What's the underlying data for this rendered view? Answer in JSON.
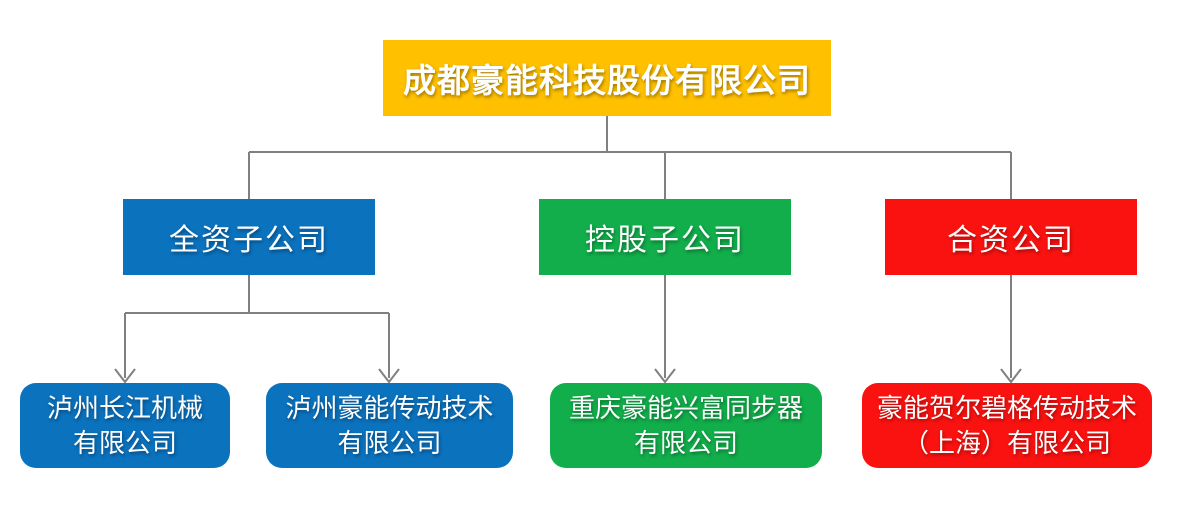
{
  "org_chart": {
    "root": {
      "label": "成都豪能科技股份有限公司",
      "color": "#FFC000"
    },
    "branches": [
      {
        "id": "wholly-owned-subsidiaries",
        "label": "全资子公司",
        "color": "#0B72BE",
        "children": [
          {
            "line1": "泸州长江机械",
            "line2": "有限公司"
          },
          {
            "line1": "泸州豪能传动技术",
            "line2": "有限公司"
          }
        ]
      },
      {
        "id": "holding-subsidiaries",
        "label": "控股子公司",
        "color": "#12AE4B",
        "children": [
          {
            "line1": "重庆豪能兴富同步器",
            "line2": "有限公司"
          }
        ]
      },
      {
        "id": "joint-ventures",
        "label": "合资公司",
        "color": "#FA1210",
        "children": [
          {
            "line1": "豪能贺尔碧格传动技术",
            "line2": "（上海）有限公司"
          }
        ]
      }
    ],
    "connector_color": "#808080",
    "text_color": "#FFFFFF"
  }
}
